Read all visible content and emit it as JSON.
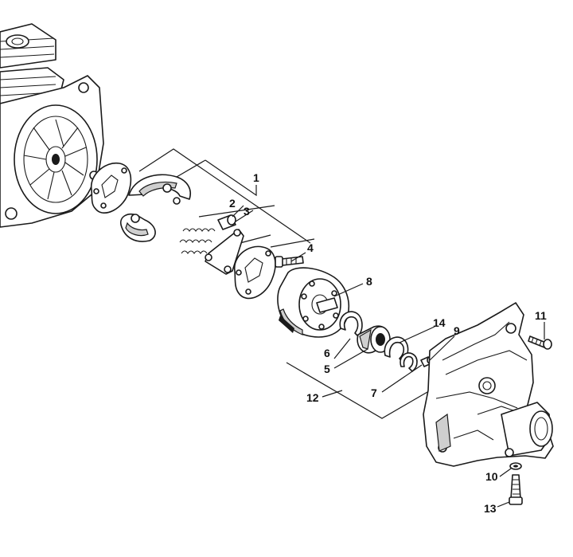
{
  "callouts": [
    {
      "id": "1",
      "text": "1"
    },
    {
      "id": "2",
      "text": "2"
    },
    {
      "id": "3",
      "text": "3"
    },
    {
      "id": "4",
      "text": "4"
    },
    {
      "id": "5",
      "text": "5"
    },
    {
      "id": "6",
      "text": "6"
    },
    {
      "id": "7",
      "text": "7"
    },
    {
      "id": "8",
      "text": "8"
    },
    {
      "id": "9",
      "text": "9"
    },
    {
      "id": "10",
      "text": "10"
    },
    {
      "id": "11",
      "text": "11"
    },
    {
      "id": "12",
      "text": "12"
    },
    {
      "id": "13",
      "text": "13"
    },
    {
      "id": "14",
      "text": "14"
    }
  ],
  "colors": {
    "line": "#1a1a1a",
    "background": "#ffffff",
    "shade": "#cfcfcf"
  }
}
